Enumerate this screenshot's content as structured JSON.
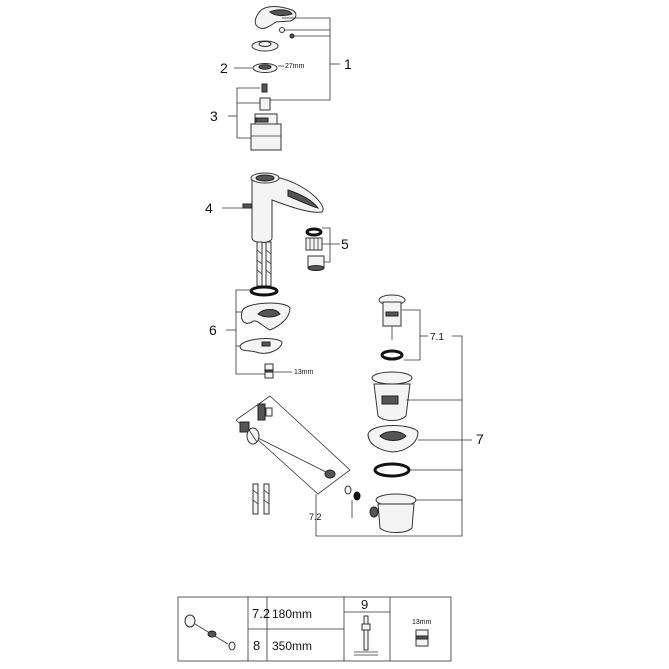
{
  "callouts": {
    "c1": "1",
    "c2": "2",
    "c3": "3",
    "c4": "4",
    "c5": "5",
    "c6": "6",
    "c7": "7",
    "c71": "7.1",
    "c72": "7.2"
  },
  "dimensions": {
    "d27": "27mm",
    "d13a": "13mm"
  },
  "legend_table": {
    "r1_num": "7.2",
    "r1_len": "180mm",
    "r2_num": "8",
    "r2_len": "350mm",
    "tool_num": "9",
    "nut_size": "13mm"
  },
  "colors": {
    "line": "#333333",
    "part_fill": "#f4f4f4",
    "dark_fill": "#555555"
  }
}
